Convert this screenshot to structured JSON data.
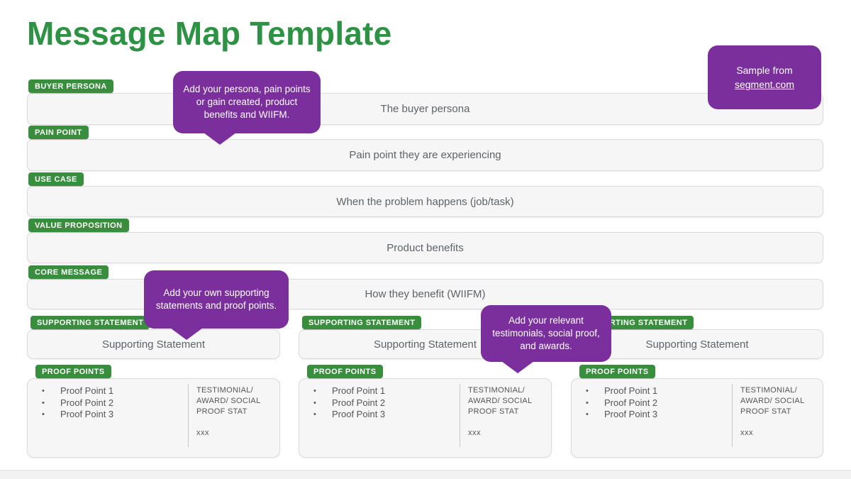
{
  "title": "Message Map Template",
  "sample_note": {
    "prefix": "Sample from",
    "link": "segment.com"
  },
  "callouts": [
    {
      "text": "Add your persona, pain points or gain created, product benefits and WIIFM."
    },
    {
      "text": "Add your own supporting statements and proof points."
    },
    {
      "text": "Add your relevant testimonials, social proof, and awards."
    }
  ],
  "rows": [
    {
      "label": "BUYER PERSONA",
      "content": "The buyer persona"
    },
    {
      "label": "PAIN POINT",
      "content": "Pain point they are experiencing"
    },
    {
      "label": "USE CASE",
      "content": "When the problem happens (job/task)"
    },
    {
      "label": "VALUE PROPOSITION",
      "content": "Product benefits"
    },
    {
      "label": "CORE MESSAGE",
      "content": "How they benefit (WIIFM)"
    }
  ],
  "columns": [
    {
      "statement_label": "SUPPORTING STATEMENT",
      "statement": "Supporting Statement",
      "proof_label": "PROOF POINTS",
      "proof_points": [
        "Proof Point 1",
        "Proof Point 2",
        "Proof Point 3"
      ],
      "testimonial": "TESTIMONIAL/ AWARD/ SOCIAL PROOF STAT",
      "stat_placeholder": "xxx"
    },
    {
      "statement_label": "SUPPORTING STATEMENT",
      "statement": "Supporting Statement",
      "proof_label": "PROOF POINTS",
      "proof_points": [
        "Proof Point 1",
        "Proof Point 2",
        "Proof Point 3"
      ],
      "testimonial": "TESTIMONIAL/ AWARD/ SOCIAL PROOF STAT",
      "stat_placeholder": "xxx"
    },
    {
      "statement_label": "SUPPORTING STATEMENT",
      "statement": "Supporting Statement",
      "proof_label": "PROOF POINTS",
      "proof_points": [
        "Proof Point 1",
        "Proof Point 2",
        "Proof Point 3"
      ],
      "testimonial": "TESTIMONIAL/ AWARD/ SOCIAL PROOF STAT",
      "stat_placeholder": "xxx"
    }
  ],
  "colors": {
    "title_green": "#2E9245",
    "badge_green": "#388E3C",
    "callout_purple": "#7A2F9D",
    "box_background": "#F6F6F6",
    "box_border": "#DBDBDB",
    "box_text_gray": "#5F6368"
  }
}
